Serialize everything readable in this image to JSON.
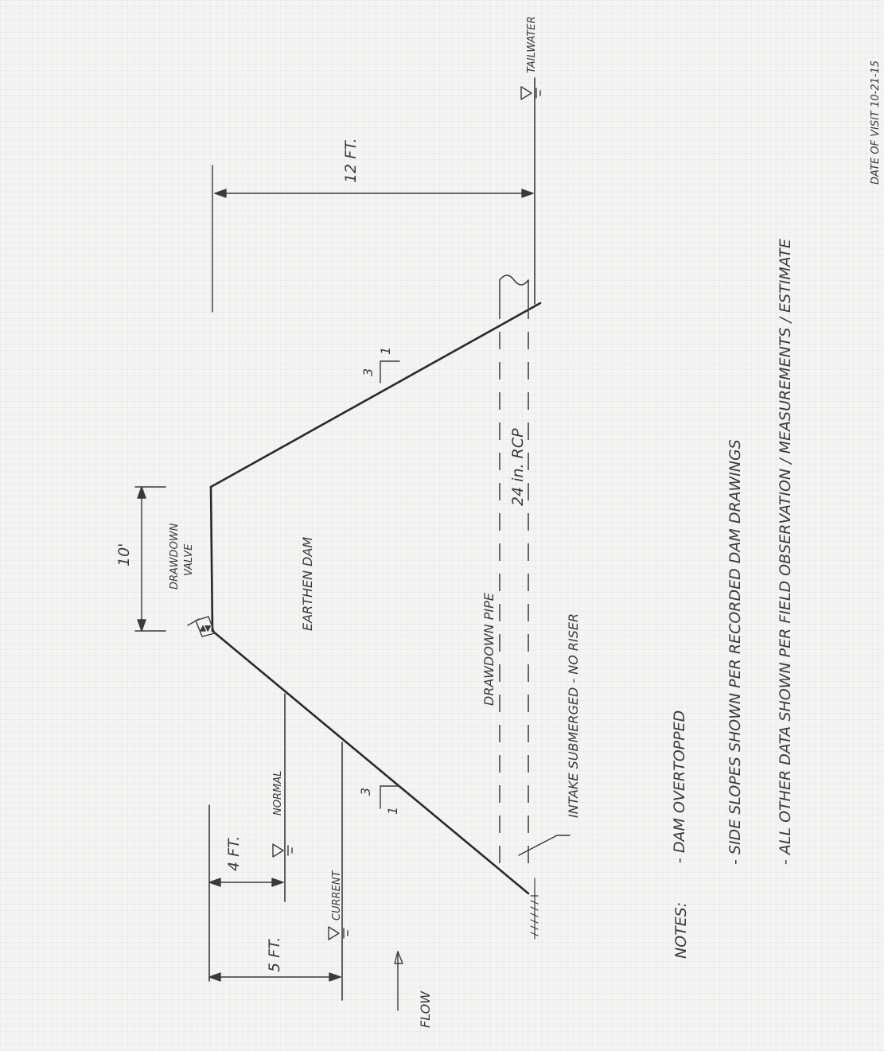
{
  "header": {
    "date_note": "DATE OF VISIT 10-21-15"
  },
  "dimensions": {
    "crest_width": "10'",
    "height_to_tailwater": "12 FT.",
    "normal_depth": "4 FT.",
    "current_depth": "5 FT."
  },
  "slopes": {
    "upstream": {
      "rise": "1",
      "run": "3"
    },
    "downstream": {
      "rise": "1",
      "run": "3"
    }
  },
  "labels": {
    "drawdown_valve_line1": "DRAWDOWN",
    "drawdown_valve_line2": "VALVE",
    "earthen_dam": "EARTHEN DAM",
    "drawdown_pipe": "DRAWDOWN PIPE",
    "pipe_size": "24 in. RCP",
    "intake": "INTAKE SUBMERGED - NO RISER",
    "normal": "NORMAL",
    "current": "CURRENT",
    "tailwater": "TAILWATER",
    "flow": "FLOW"
  },
  "notes": {
    "heading": "NOTES:",
    "items": [
      "- DAM OVERTOPPED",
      "- SIDE SLOPES SHOWN PER RECORDED DAM DRAWINGS",
      "- ALL OTHER DATA SHOWN PER FIELD OBSERVATION / MEASUREMENTS / ESTIMATE"
    ]
  }
}
